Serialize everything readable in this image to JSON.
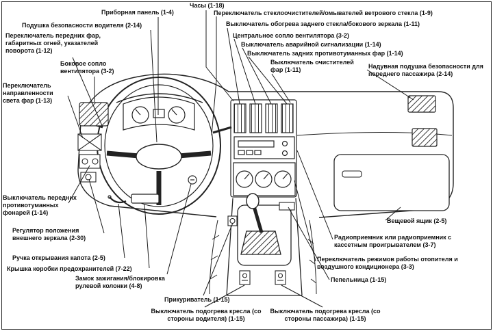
{
  "figure": {
    "kind": "car-dashboard-component-diagram",
    "language": "ru"
  },
  "colors": {
    "ink": "#1a1a1a",
    "paper": "#ffffff"
  },
  "labels": {
    "clock": "Часы (1-18)",
    "instrument_panel": "Приборная панель (1-4)",
    "wiper_switch": "Переключатель стеклоочистителей/омывателей ветрового стекла (1-9)",
    "driver_airbag": "Подушка безопасности водителя (2-14)",
    "rear_defogger": "Выключатель обогрева заднего стекла/бокового зеркала (1-11)",
    "headlight_switch": "Переключатель передних фар, габаритных огней, указателей поворота (1-12)",
    "center_vent": "Центральное сопло вентилятора (3-2)",
    "hazard_switch": "Выключатель аварийной сигнализации (1-14)",
    "side_vent": "Боковое сопло вентилятора (3-2)",
    "rear_fog_switch": "Выключатель задних противотуманных фар (1-14)",
    "headlight_washer_switch": "Выключатель очистителей фар (1-11)",
    "passenger_airbag": "Надувная подушка безопасности для переднего пассажира (2-14)",
    "headlight_leveling": "Переключатель направленности света фар (1-13)",
    "front_fog_switch": "Выключатель передних противотуманных фонарей (1-14)",
    "mirror_control": "Регулятор положения внешнего зеркала (2-30)",
    "hood_release": "Ручка открывания капота (2-5)",
    "fuse_box_cover": "Крышка коробки предохранителей (7-22)",
    "ignition_lock": "Замок зажигания/блокировка рулевой колонки (4-8)",
    "glove_box": "Вещевой ящик (2-5)",
    "radio": "Радиоприемник или радиоприемник с кассетным проигрывателем (3-7)",
    "climate_control": "Переключатель режимов работы отопителя и воздушного кондиционера (3-3)",
    "ashtray": "Пепельница (1-15)",
    "cigarette_lighter": "Прикуриватель (1-15)",
    "seat_heater_driver": "Выключатель подогрева кресла (со стороны водителя) (1-15)",
    "seat_heater_passenger": "Выключатель подогрева кресла (со стороны пассажира) (1-15)"
  }
}
